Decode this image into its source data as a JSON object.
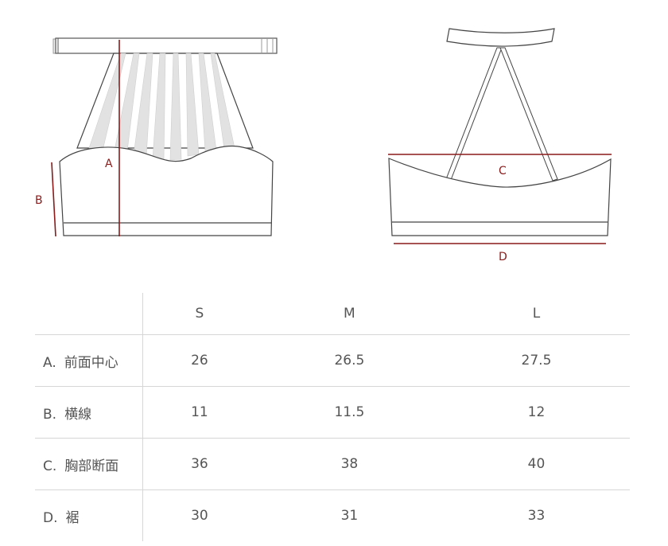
{
  "diagram": {
    "front_view": {
      "labels": {
        "A": "A",
        "B": "B"
      }
    },
    "back_view": {
      "labels": {
        "C": "C",
        "D": "D"
      }
    },
    "colors": {
      "measure_line": "#8b1a1a",
      "outline": "#444444",
      "pleat_fill": "#e2e2e2"
    }
  },
  "size_table": {
    "columns": [
      "S",
      "M",
      "L"
    ],
    "rows": [
      {
        "key": "A.",
        "label": "前面中心",
        "values": [
          "26",
          "26.5",
          "27.5"
        ]
      },
      {
        "key": "B.",
        "label": "横線",
        "values": [
          "11",
          "11.5",
          "12"
        ]
      },
      {
        "key": "C.",
        "label": "胸部断面",
        "values": [
          "36",
          "38",
          "40"
        ]
      },
      {
        "key": "D.",
        "label": "裾",
        "values": [
          "30",
          "31",
          "33"
        ]
      }
    ]
  }
}
